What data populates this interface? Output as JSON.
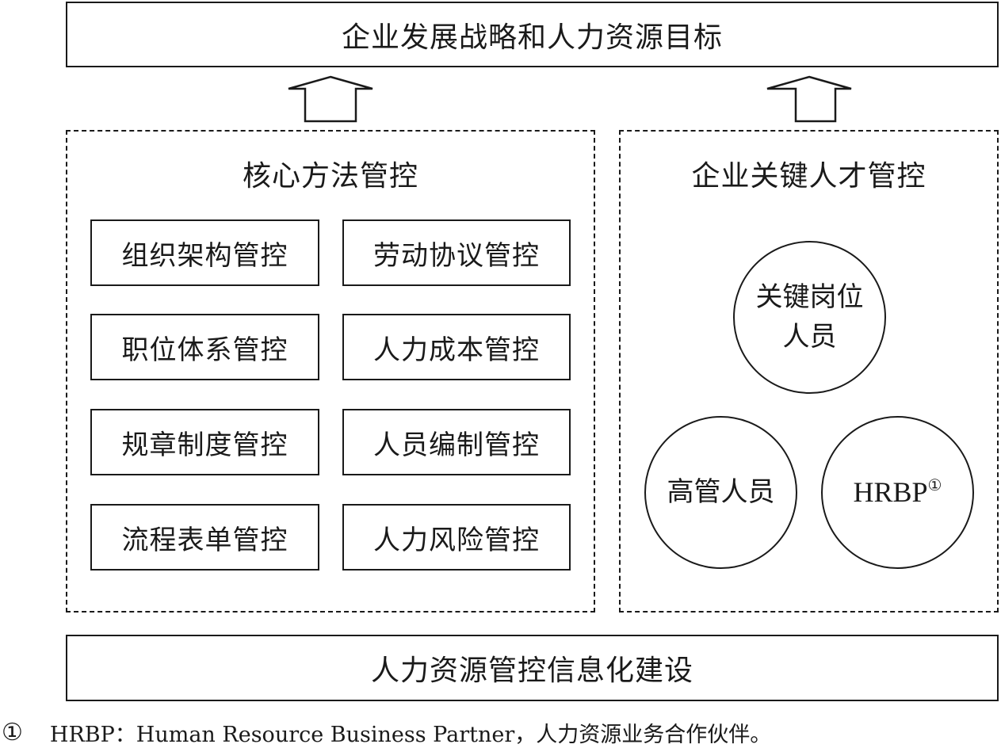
{
  "top_box": {
    "label": "企业发展战略和人力资源目标"
  },
  "arrows": [
    {
      "name": "arrow-up-left",
      "direction": "up"
    },
    {
      "name": "arrow-up-right",
      "direction": "up"
    }
  ],
  "core_methods": {
    "title": "核心方法管控",
    "items": [
      "组织架构管控",
      "劳动协议管控",
      "职位体系管控",
      "人力成本管控",
      "规章制度管控",
      "人员编制管控",
      "流程表单管控",
      "人力风险管控"
    ]
  },
  "key_talent": {
    "title": "企业关键人才管控",
    "circles": [
      {
        "line1": "关键岗位",
        "line2": "人员"
      },
      {
        "line1": "高管人员"
      },
      {
        "line1": "HRBP",
        "sup": "①"
      }
    ]
  },
  "bottom_box": {
    "label": "人力资源管控信息化建设"
  },
  "footnote": {
    "marker": "①",
    "text": "HRBP：Human Resource Business Partner，人力资源业务合作伙伴。"
  }
}
